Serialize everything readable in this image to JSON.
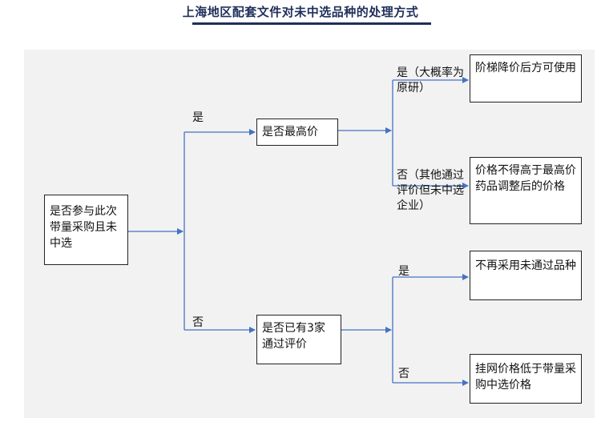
{
  "title": "上海地区配套文件对未中选品种的处理方式",
  "nodes": {
    "root": "是否参与此次带量采购且未中选",
    "highest_price": "是否最高价",
    "three_passed": "是否已有3家通过评价",
    "ladder_reduction": "阶梯降价后方可使用",
    "price_cap": "价格不得高于最高价药品调整后的价格",
    "no_purchase": "不再采用未通过品种",
    "online_price": "挂网价格低于带量采购中选价格"
  },
  "edges": {
    "root_yes": "是",
    "root_no": "否",
    "highest_yes": "是（大概率为原研）",
    "highest_no": "否（其他通过评价但未中选企业）",
    "three_yes": "是",
    "three_no": "否"
  },
  "colors": {
    "title": "#1f2f5a",
    "connector": "#4472c4",
    "panel": "#f2f2f2"
  }
}
